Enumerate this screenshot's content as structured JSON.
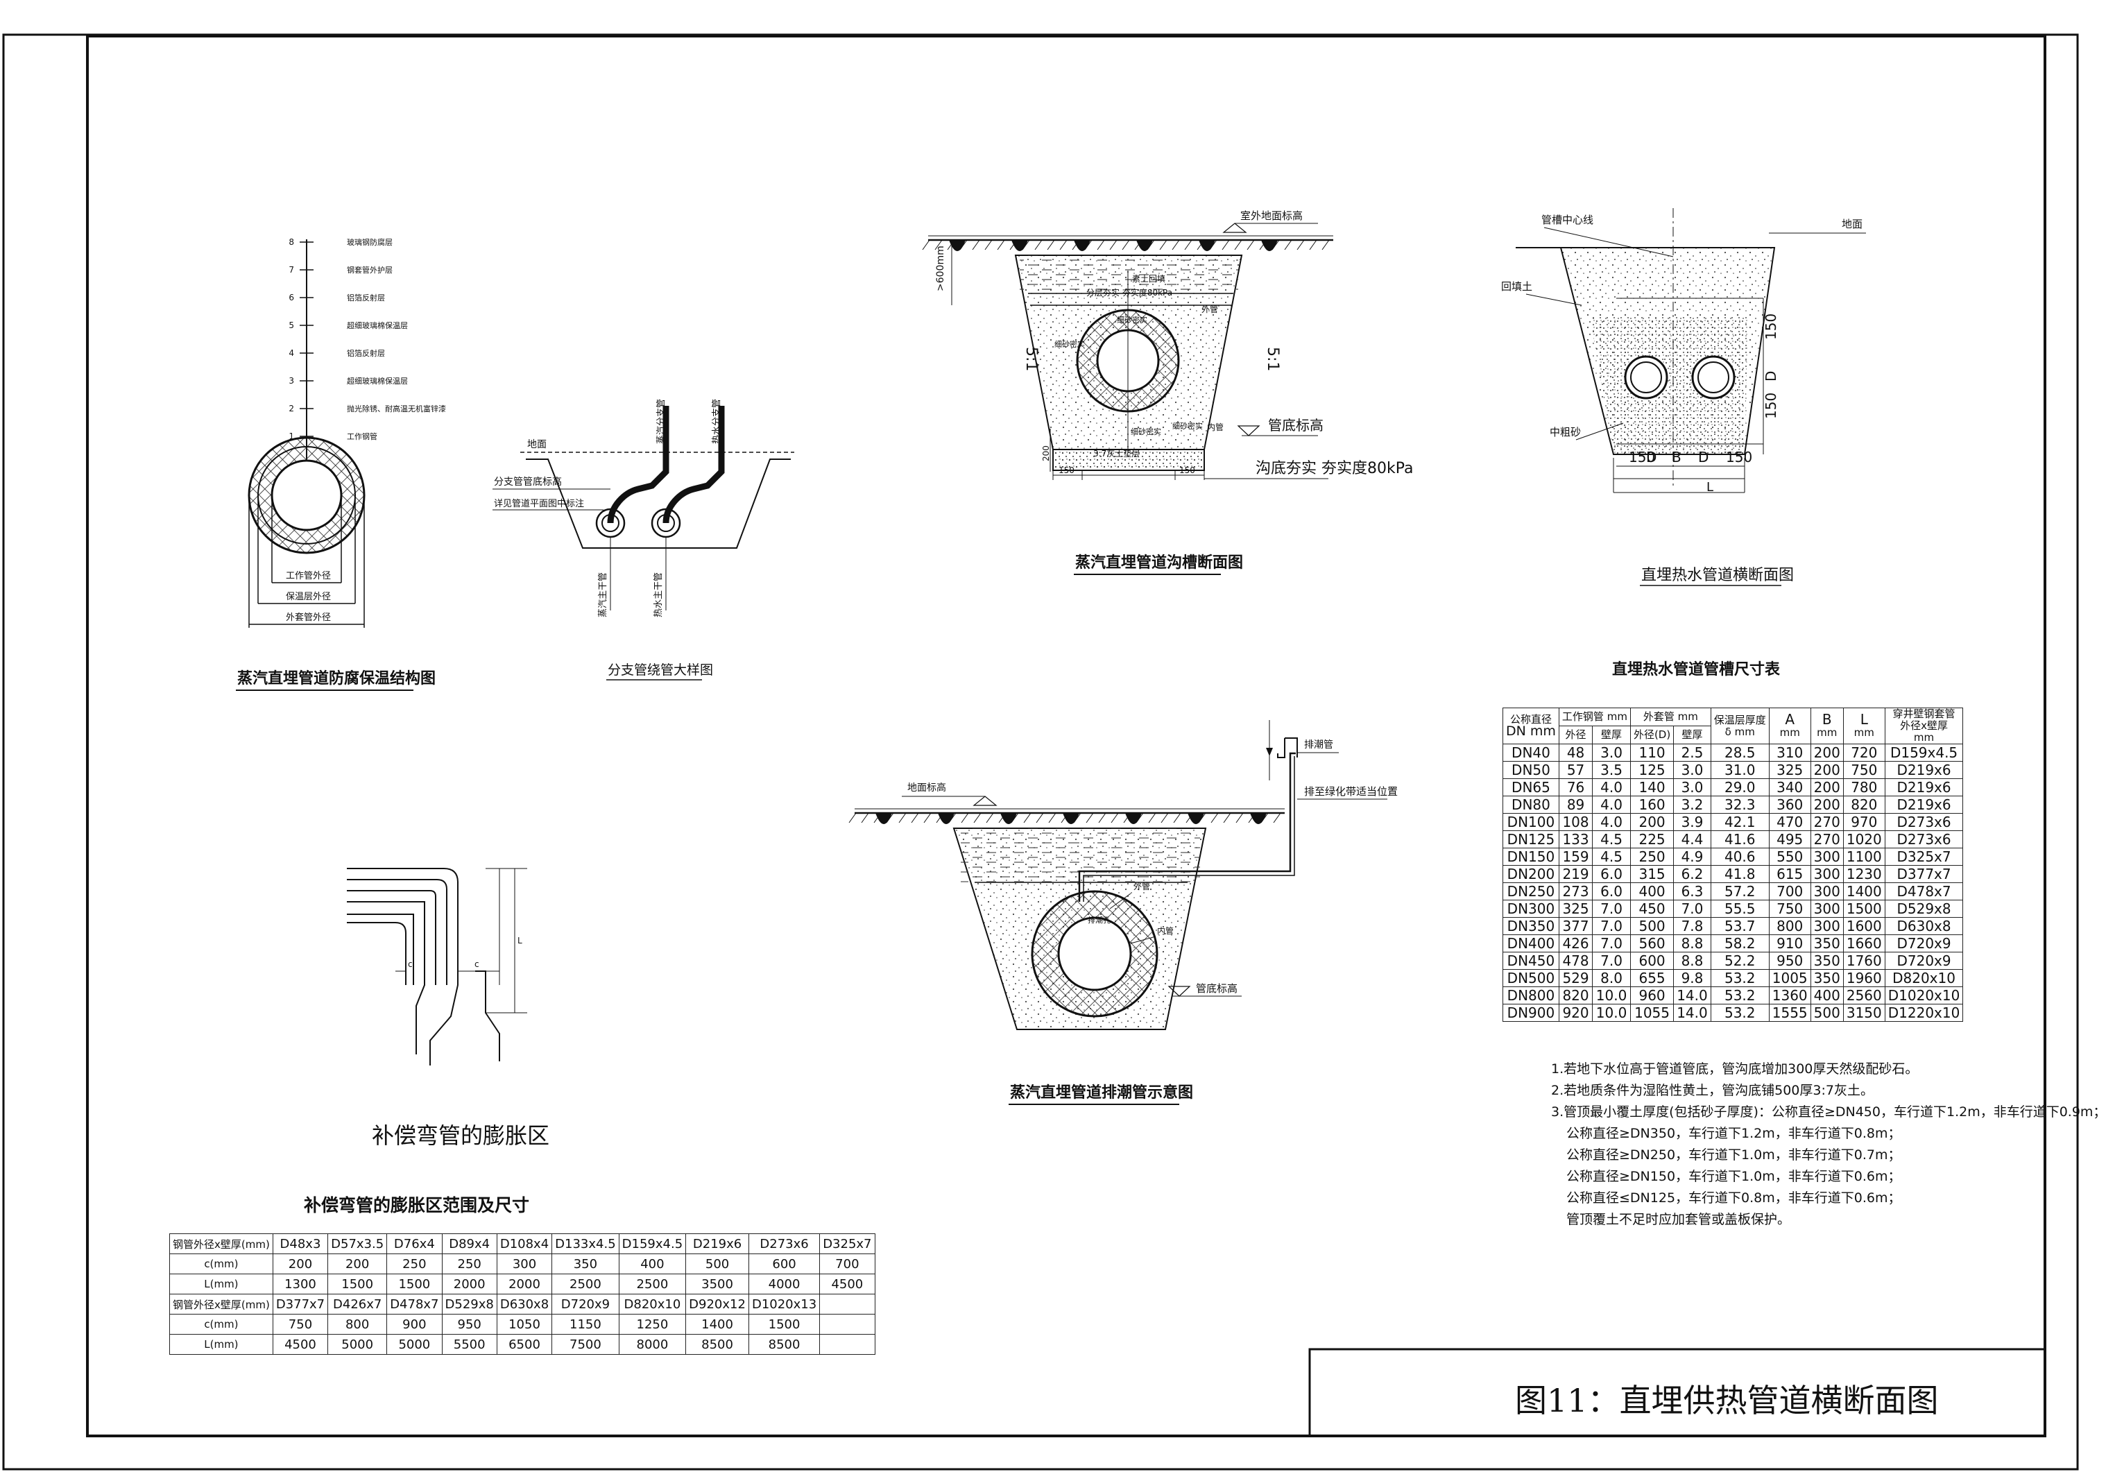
{
  "title_block": {
    "title": "图11：直埋供热管道横断面图"
  },
  "insulation_diagram": {
    "caption": "蒸汽直埋管道防腐保温结构图",
    "layers": [
      {
        "num": "8",
        "label": "玻璃钢防腐层"
      },
      {
        "num": "7",
        "label": "钢套管外护层"
      },
      {
        "num": "6",
        "label": "铝箔反射层"
      },
      {
        "num": "5",
        "label": "超细玻璃棉保温层"
      },
      {
        "num": "4",
        "label": "铝箔反射层"
      },
      {
        "num": "3",
        "label": "超细玻璃棉保温层"
      },
      {
        "num": "2",
        "label": "抛光除锈、耐高温无机富锌漆"
      },
      {
        "num": "1",
        "label": "工作钢管"
      }
    ],
    "dim_inner": "工作管外径",
    "dim_mid": "保温层外径",
    "dim_outer": "外套管外径"
  },
  "branch_diagram": {
    "caption": "分支管绕管大样图",
    "ground": "地面",
    "branch_elev": "分支管管底标高",
    "see_plan": "详见管道平面图中标注",
    "branch1": "蒸汽分支管",
    "branch2": "热水分支管",
    "main1": "蒸汽主干管",
    "main2": "热水主干管"
  },
  "trench_diagram": {
    "caption": "蒸汽直埋管道沟槽断面图",
    "ground_elev": "室外地面标高",
    "depth": ">600mm",
    "soil": "素土回填",
    "compact_layer": "分层夯实  夯实度80kPa",
    "fine_sand1": "细砂密实",
    "fine_sand2": "细砂密实",
    "fine_sand3": "细砂密实",
    "fine_sand4": "细砂密实",
    "outer_pipe": "外管",
    "inner_pipe": "内管",
    "slope_l": "5:1",
    "slope_r": "5:1",
    "bottom_elev": "管底标高",
    "lime_soil": "3:7灰土垫层",
    "dim_200": "200",
    "dim_150a": "150",
    "dim_150b": "150",
    "compact_note": "沟底夯实   夯实度80kPa"
  },
  "hotwater_diagram": {
    "caption": "直埋热水管道横断面图",
    "center_line": "管槽中心线",
    "ground": "地面",
    "backfill": "回填土",
    "sand": "中粗砂",
    "dims_bottom": [
      "150",
      "D",
      "B",
      "D",
      "150"
    ],
    "dim_L": "L",
    "dims_right": [
      "150",
      "D",
      "150"
    ]
  },
  "drain_diagram": {
    "caption": "蒸汽直埋管道排潮管示意图",
    "drain_pipe": "排潮管",
    "connect": "排至绿化带适当位置",
    "ground_elev": "地面标高",
    "drain_hole": "排潮孔",
    "outer_pipe": "外管",
    "inner_pipe": "内管",
    "bottom_elev": "管底标高"
  },
  "expansion_diagram": {
    "caption": "补偿弯管的膨胀区",
    "label_c1": "c",
    "label_c2": "c",
    "label_L": "L"
  },
  "expansion_table": {
    "title": "补偿弯管的膨胀区范围及尺寸",
    "row1_head": "钢管外径x壁厚(mm)",
    "row1": [
      "D48x3",
      "D57x3.5",
      "D76x4",
      "D89x4",
      "D108x4",
      "D133x4.5",
      "D159x4.5",
      "D219x6",
      "D273x6",
      "D325x7"
    ],
    "row2_head": "c(mm)",
    "row2": [
      "200",
      "200",
      "250",
      "250",
      "300",
      "350",
      "400",
      "500",
      "600",
      "700"
    ],
    "row3_head": "L(mm)",
    "row3": [
      "1300",
      "1500",
      "1500",
      "2000",
      "2000",
      "2500",
      "2500",
      "3500",
      "4000",
      "4500"
    ],
    "row4_head": "钢管外径x壁厚(mm)",
    "row4": [
      "D377x7",
      "D426x7",
      "D478x7",
      "D529x8",
      "D630x8",
      "D720x9",
      "D820x10",
      "D920x12",
      "D1020x13",
      ""
    ],
    "row5_head": "c(mm)",
    "row5": [
      "750",
      "800",
      "900",
      "950",
      "1050",
      "1150",
      "1250",
      "1400",
      "1500",
      ""
    ],
    "row6_head": "L(mm)",
    "row6": [
      "4500",
      "5000",
      "5000",
      "5500",
      "6500",
      "7500",
      "8000",
      "8500",
      "8500",
      ""
    ]
  },
  "pipe_table": {
    "title": "直埋热水管道管槽尺寸表",
    "headers": {
      "nominal": "公称直径",
      "nominal_unit": "DN mm",
      "work_pipe": "工作钢管",
      "work_unit": "mm",
      "outer_pipe": "外套管",
      "outer_unit": "mm",
      "insul": "保温层厚度",
      "insul_unit": "δ mm",
      "A": "A",
      "B": "B",
      "L": "L",
      "unit_mm": "mm",
      "wall_pipe": "穿井壁钢套管",
      "wall_pipe2": "外径x壁厚",
      "od": "外径",
      "wall": "壁厚",
      "od2": "外径(D)",
      "wall2": "壁厚"
    },
    "rows": [
      [
        "DN40",
        "48",
        "3.0",
        "110",
        "2.5",
        "28.5",
        "310",
        "200",
        "720",
        "D159x4.5"
      ],
      [
        "DN50",
        "57",
        "3.5",
        "125",
        "3.0",
        "31.0",
        "325",
        "200",
        "750",
        "D219x6"
      ],
      [
        "DN65",
        "76",
        "4.0",
        "140",
        "3.0",
        "29.0",
        "340",
        "200",
        "780",
        "D219x6"
      ],
      [
        "DN80",
        "89",
        "4.0",
        "160",
        "3.2",
        "32.3",
        "360",
        "200",
        "820",
        "D219x6"
      ],
      [
        "DN100",
        "108",
        "4.0",
        "200",
        "3.9",
        "42.1",
        "470",
        "270",
        "970",
        "D273x6"
      ],
      [
        "DN125",
        "133",
        "4.5",
        "225",
        "4.4",
        "41.6",
        "495",
        "270",
        "1020",
        "D273x6"
      ],
      [
        "DN150",
        "159",
        "4.5",
        "250",
        "4.9",
        "40.6",
        "550",
        "300",
        "1100",
        "D325x7"
      ],
      [
        "DN200",
        "219",
        "6.0",
        "315",
        "6.2",
        "41.8",
        "615",
        "300",
        "1230",
        "D377x7"
      ],
      [
        "DN250",
        "273",
        "6.0",
        "400",
        "6.3",
        "57.2",
        "700",
        "300",
        "1400",
        "D478x7"
      ],
      [
        "DN300",
        "325",
        "7.0",
        "450",
        "7.0",
        "55.5",
        "750",
        "300",
        "1500",
        "D529x8"
      ],
      [
        "DN350",
        "377",
        "7.0",
        "500",
        "7.8",
        "53.7",
        "800",
        "300",
        "1600",
        "D630x8"
      ],
      [
        "DN400",
        "426",
        "7.0",
        "560",
        "8.8",
        "58.2",
        "910",
        "350",
        "1660",
        "D720x9"
      ],
      [
        "DN450",
        "478",
        "7.0",
        "600",
        "8.8",
        "52.2",
        "950",
        "350",
        "1760",
        "D720x9"
      ],
      [
        "DN500",
        "529",
        "8.0",
        "655",
        "9.8",
        "53.2",
        "1005",
        "350",
        "1960",
        "D820x10"
      ],
      [
        "DN800",
        "820",
        "10.0",
        "960",
        "14.0",
        "53.2",
        "1360",
        "400",
        "2560",
        "D1020x10"
      ],
      [
        "DN900",
        "920",
        "10.0",
        "1055",
        "14.0",
        "53.2",
        "1555",
        "500",
        "3150",
        "D1220x10"
      ]
    ]
  },
  "notes": [
    "1.若地下水位高于管道管底，管沟底增加300厚天然级配砂石。",
    "2.若地质条件为湿陷性黄土，管沟底铺500厚3:7灰土。",
    "3.管顶最小覆土厚度(包括砂子厚度)：公称直径≥DN450，车行道下1.2m，非车行道下0.9m；",
    "公称直径≥DN350，车行道下1.2m，非车行道下0.8m；",
    "公称直径≥DN250，车行道下1.0m，非车行道下0.7m；",
    "公称直径≥DN150，车行道下1.0m，非车行道下0.6m；",
    "公称直径≤DN125，车行道下0.8m，非车行道下0.6m；",
    "管顶覆土不足时应加套管或盖板保护。"
  ]
}
